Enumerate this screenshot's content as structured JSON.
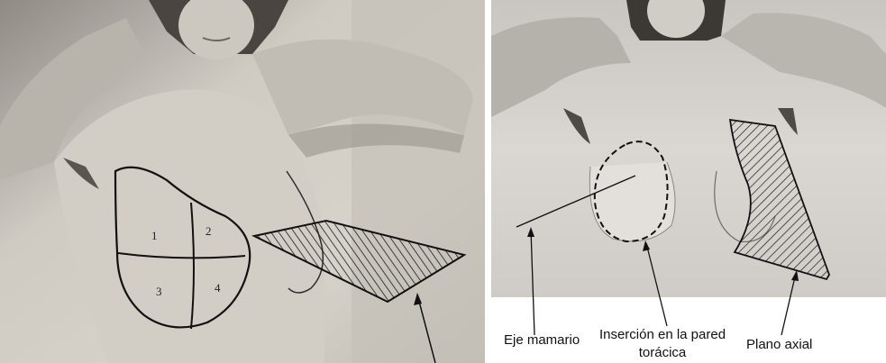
{
  "left_panel": {
    "quadrant_labels": [
      "1",
      "2",
      "3",
      "4"
    ]
  },
  "right_panel": {
    "labels": {
      "nipple_axis": "Eje mamario",
      "chest_wall_insertion_line1": "Inserción en la pared",
      "chest_wall_insertion_line2": "torácica",
      "axial_plane": "Plano axial"
    }
  },
  "colors": {
    "photo_light": "#d9d6cf",
    "photo_mid": "#a9a59c",
    "photo_dark": "#3a3733",
    "line": "#1a1a1a"
  }
}
